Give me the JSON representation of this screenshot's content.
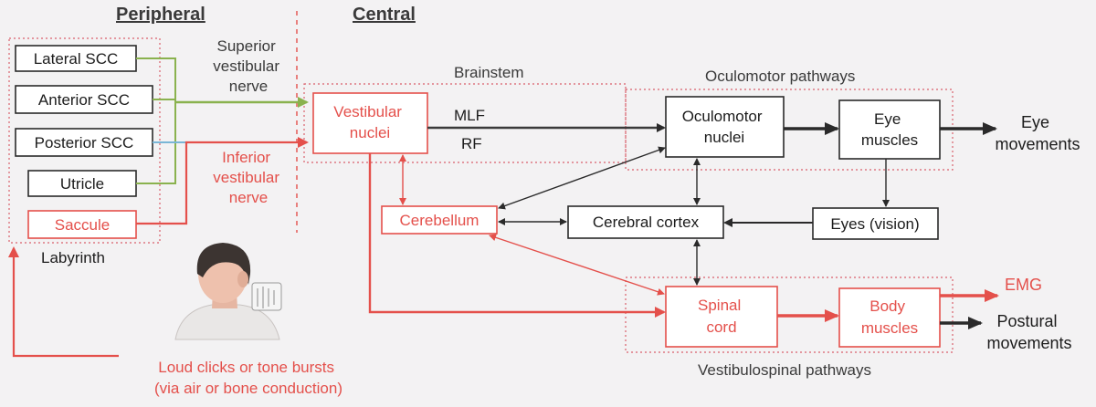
{
  "headings": {
    "peripheral": "Peripheral",
    "central": "Central"
  },
  "labels": {
    "labyrinth": "Labyrinth",
    "brainstem": "Brainstem",
    "oculomotor_pathways": "Oculomotor pathways",
    "vestibulospinal_pathways": "Vestibulospinal pathways",
    "superior_nerve": [
      "Superior",
      "vestibular",
      "nerve"
    ],
    "inferior_nerve": [
      "Inferior",
      "vestibular",
      "nerve"
    ],
    "mlf": "MLF",
    "rf": "RF",
    "eye_movements": [
      "Eye",
      "movements"
    ],
    "emg": "EMG",
    "postural_movements": [
      "Postural",
      "movements"
    ],
    "stimulus": [
      "Loud clicks or tone bursts",
      "(via air or bone conduction)"
    ]
  },
  "boxes": {
    "lateral_scc": "Lateral SCC",
    "anterior_scc": "Anterior SCC",
    "posterior_scc": "Posterior SCC",
    "utricle": "Utricle",
    "saccule": "Saccule",
    "vestibular_nuclei": [
      "Vestibular",
      "nuclei"
    ],
    "oculomotor_nuclei": [
      "Oculomotor",
      "nuclei"
    ],
    "eye_muscles": [
      "Eye",
      "muscles"
    ],
    "cerebellum": "Cerebellum",
    "cerebral_cortex": "Cerebral cortex",
    "eyes_vision": "Eyes (vision)",
    "spinal_cord": [
      "Spinal",
      "cord"
    ],
    "body_muscles": [
      "Body",
      "muscles"
    ]
  },
  "colors": {
    "red": "#e4504b",
    "green": "#7fae46",
    "blue": "#7ab6d6",
    "black": "#2a2a2a"
  }
}
